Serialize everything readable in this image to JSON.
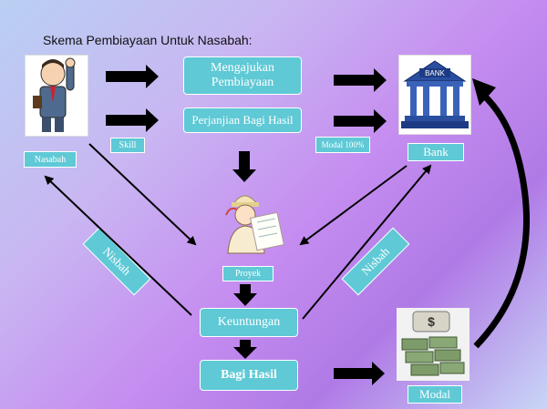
{
  "title": "Skema Pembiayaan Untuk Nasabah:",
  "boxes": {
    "mengajukan": "Mengajukan Pembiayaan",
    "perjanjian": "Perjanjian Bagi Hasil",
    "keuntungan": "Keuntungan",
    "bagi_hasil": "Bagi Hasil"
  },
  "labels": {
    "nasabah": "Nasabah",
    "skill": "Skill",
    "modal100": "Modal 100%",
    "bank": "Bank",
    "proyek": "Proyek",
    "nisbah_left": "Nisbah",
    "nisbah_right": "Nisbah",
    "modal": "Modal"
  },
  "icons": {
    "bank_sign": "BANK",
    "money_sign": "$"
  },
  "colors": {
    "box": "#5fc9d6",
    "arrow": "#000000"
  }
}
